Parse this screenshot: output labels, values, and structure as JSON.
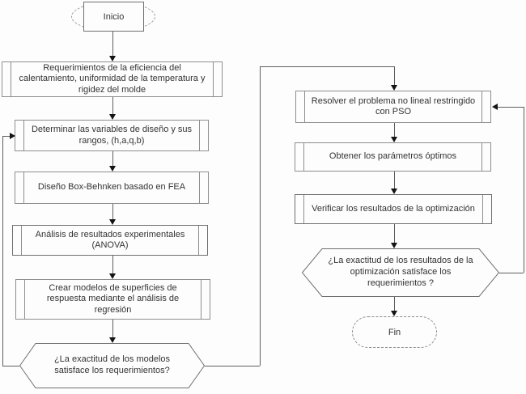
{
  "colors": {
    "background": "#fdfdfd",
    "box_border": "#8e8e8e",
    "connector_line": "#5f5f5f",
    "arrowhead": "#141414",
    "text": "#333333"
  },
  "nodes": {
    "inicio": "Inicio",
    "requerimientos": "Requerimientos de la eficiencia del calentamiento, uniformidad de la temperatura y rigidez del molde",
    "variables": "Determinar las variables de diseño y sus rangos, (h,a,q,b)",
    "box_behnken": "Diseño Box-Behnken basado en FEA",
    "anova": "Análisis  de resultados experimentales (ANOVA)",
    "superficies": "Crear modelos de superficies de respuesta mediante el análisis de regresión",
    "decision_modelos": "¿La exactitud de los modelos satisface los requerimientos?",
    "pso": "Resolver el problema  no lineal restringido con PSO",
    "parametros": "Obtener los parámetros óptimos",
    "verificar": "Verificar los resultados de la optimización",
    "decision_optimizacion": "¿La exactitud de los resultados de la optimización satisface los requerimientos  ?",
    "fin": "Fin"
  }
}
